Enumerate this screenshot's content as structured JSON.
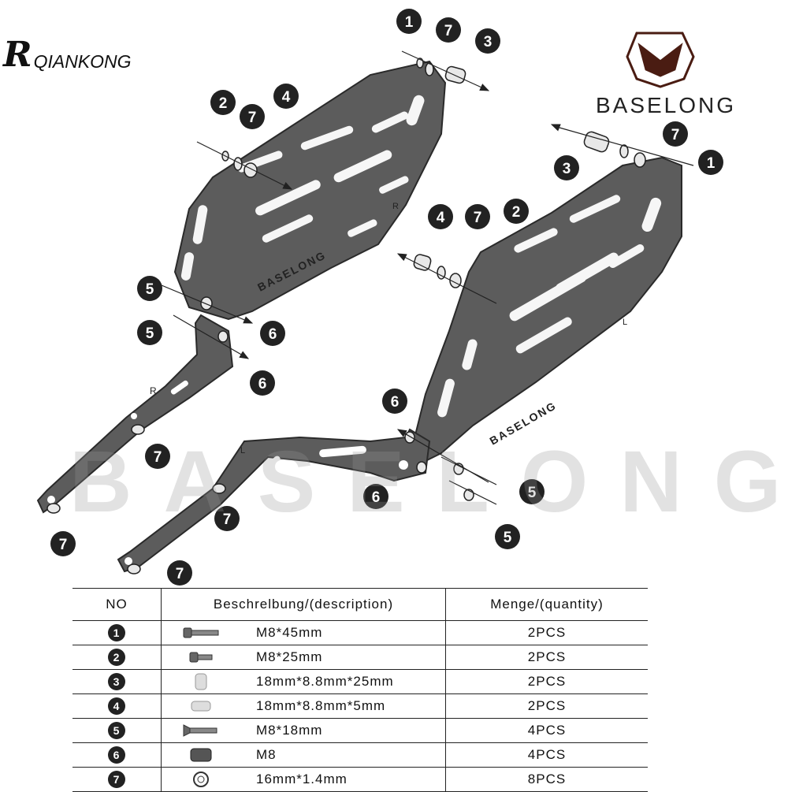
{
  "brands": {
    "left_logo": "QIANKONG",
    "right_logo": "BASELONG",
    "watermark": "BASELONG"
  },
  "diagram": {
    "plate_text_right": "BASELONG",
    "plate_text_left": "BASELONG",
    "side_mark_r": "R",
    "side_mark_l": "L"
  },
  "table": {
    "headers": {
      "no": "NO",
      "description": "Beschrelbung/(description)",
      "quantity": "Menge/(quantity)"
    },
    "rows": [
      {
        "no": "1",
        "icon": "long-bolt-icon",
        "description": "M8*45mm",
        "quantity": "2PCS"
      },
      {
        "no": "2",
        "icon": "short-bolt-icon",
        "description": "M8*25mm",
        "quantity": "2PCS"
      },
      {
        "no": "3",
        "icon": "long-spacer-icon",
        "description": "18mm*8.8mm*25mm",
        "quantity": "2PCS"
      },
      {
        "no": "4",
        "icon": "short-spacer-icon",
        "description": "18mm*8.8mm*5mm",
        "quantity": "2PCS"
      },
      {
        "no": "5",
        "icon": "countersunk-screw-icon",
        "description": "M8*18mm",
        "quantity": "4PCS"
      },
      {
        "no": "6",
        "icon": "nut-icon",
        "description": "M8",
        "quantity": "4PCS"
      },
      {
        "no": "7",
        "icon": "washer-icon",
        "description": "16mm*1.4mm",
        "quantity": "8PCS"
      }
    ]
  },
  "callouts": [
    "1",
    "7",
    "3",
    "2",
    "7",
    "4",
    "5",
    "5",
    "6",
    "6",
    "7",
    "7",
    "3",
    "7",
    "1",
    "4",
    "7",
    "2",
    "6",
    "6",
    "5",
    "5",
    "7",
    "7"
  ]
}
